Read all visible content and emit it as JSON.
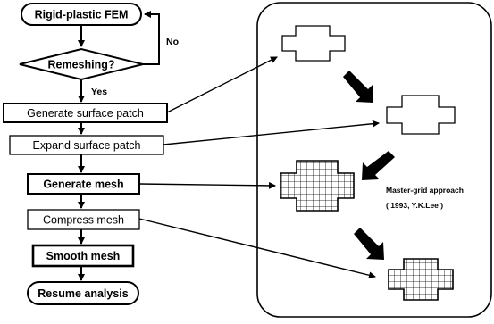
{
  "flowchart": {
    "start": "Rigid-plastic FEM",
    "decision": "Remeshing?",
    "no_label": "No",
    "yes_label": "Yes",
    "steps": [
      "Generate surface patch",
      "Expand surface patch",
      "Generate mesh",
      "Compress mesh",
      "Smooth mesh"
    ],
    "end": "Resume analysis"
  },
  "illustration": {
    "note_line1": "Master-grid approach",
    "note_line2": "( 1993, Y.K.Lee )"
  }
}
